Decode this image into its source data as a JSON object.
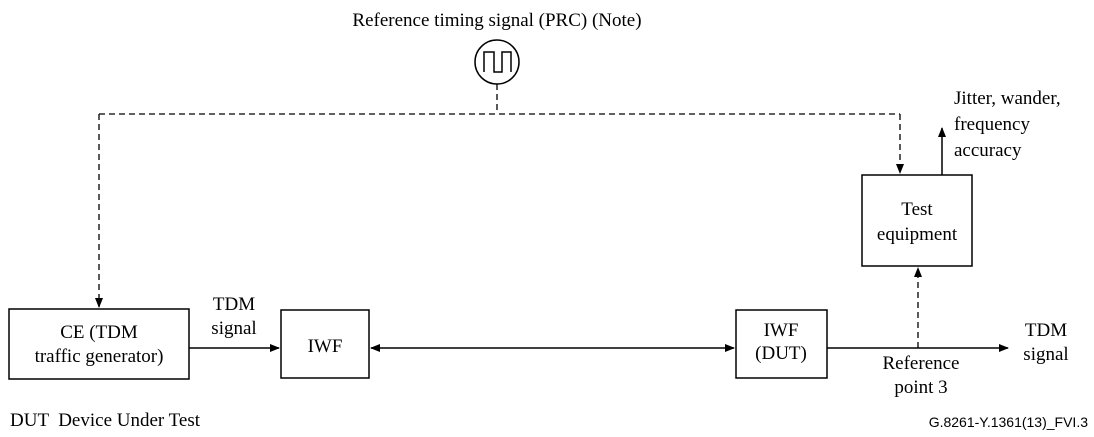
{
  "title": "Reference timing signal (PRC) (Note)",
  "blocks": {
    "ce": [
      "CE (TDM",
      "traffic generator)"
    ],
    "iwf_left": "IWF",
    "iwf_dut": [
      "IWF",
      "(DUT)"
    ],
    "test_equipment": [
      "Test",
      "equipment"
    ]
  },
  "labels": {
    "tdm_signal_in": [
      "TDM",
      "signal"
    ],
    "tdm_signal_out": [
      "TDM",
      "signal"
    ],
    "reference_point": [
      "Reference",
      "point 3"
    ],
    "measurement": [
      "Jitter, wander,",
      "frequency",
      "accuracy"
    ]
  },
  "footer": {
    "abbreviation": "DUT  Device Under Test",
    "figure_id": "G.8261-Y.1361(13)_FVI.3"
  }
}
